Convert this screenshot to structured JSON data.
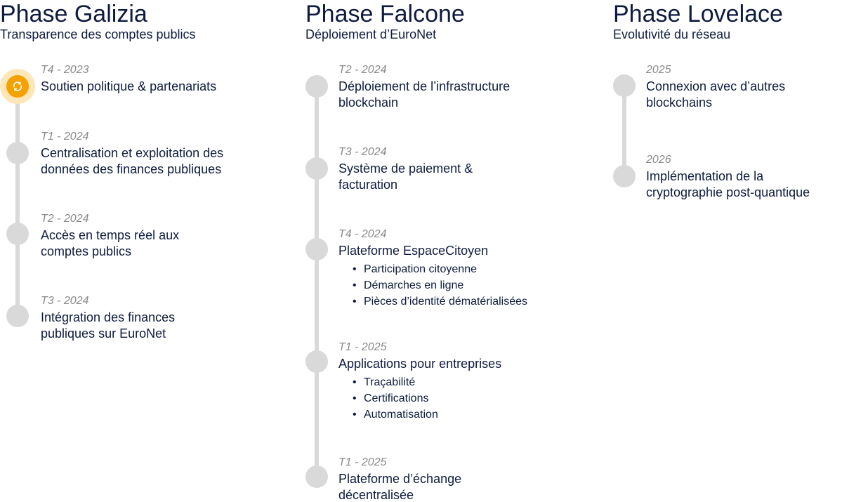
{
  "phases": [
    {
      "title": "Phase Galizia",
      "subtitle": "Transparence des comptes publics",
      "items": [
        {
          "date": "T4 - 2023",
          "label": "Soutien politique & partenariats",
          "status": "in-progress"
        },
        {
          "date": "T1 - 2024",
          "label": "Centralisation et exploitation des données des finances publiques"
        },
        {
          "date": "T2 - 2024",
          "label": "Accès en temps réel aux comptes publics"
        },
        {
          "date": "T3 - 2024",
          "label": "Intégration des finances publiques sur EuroNet"
        }
      ]
    },
    {
      "title": "Phase Falcone",
      "subtitle": "Déploiement d’EuroNet",
      "items": [
        {
          "date": "T2 - 2024",
          "label": "Déploiement de l’infrastructure blockchain"
        },
        {
          "date": "T3 - 2024",
          "label": "Système de paiement & facturation"
        },
        {
          "date": "T4 - 2024",
          "label": "Plateforme EspaceCitoyen",
          "bullets": [
            "Participation citoyenne",
            "Démarches en ligne",
            "Pièces d’identité dématérialisées"
          ]
        },
        {
          "date": "T1 - 2025",
          "label": "Applications pour entreprises",
          "bullets": [
            "Traçabilité",
            "Certifications",
            "Automatisation"
          ]
        },
        {
          "date": "T1 - 2025",
          "label": "Plateforme d’échange décentralisée"
        }
      ]
    },
    {
      "title": "Phase Lovelace",
      "subtitle": "Evolutivité du réseau",
      "items": [
        {
          "date": "2025",
          "label": "Connexion avec d’autres blockchains"
        },
        {
          "date": "2026",
          "label": "Implémentation de la cryptographie post-quantique"
        }
      ]
    }
  ],
  "colors": {
    "text": "#0d1b3e",
    "date": "#8a8a8a",
    "line": "#d9d9d9",
    "node": "#d9d9d9",
    "active": "#f5a100",
    "active_halo": "#fde6b8"
  },
  "icons": {
    "active_node": "refresh-icon",
    "bullet": "•"
  }
}
